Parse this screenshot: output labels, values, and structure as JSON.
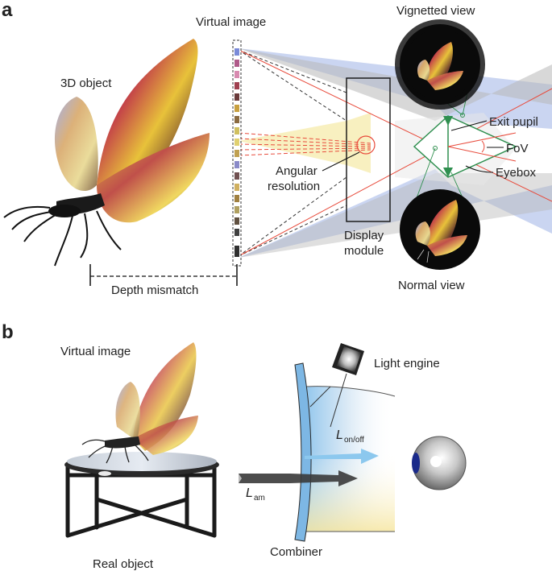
{
  "panels": {
    "a": {
      "letter": "a",
      "labels": {
        "virtual_image": "Virtual image",
        "object_3d": "3D object",
        "vignetted_view": "Vignetted view",
        "exit_pupil": "Exit pupil",
        "fov": "FoV",
        "eyebox": "Eyebox",
        "angular_resolution_line1": "Angular",
        "angular_resolution_line2": "resolution",
        "display_module_line1": "Display",
        "display_module_line2": "module",
        "normal_view": "Normal view",
        "depth_mismatch": "Depth mismatch"
      }
    },
    "b": {
      "letter": "b",
      "labels": {
        "virtual_image": "Virtual image",
        "light_engine": "Light engine",
        "l_on_off_main": "L",
        "l_on_off_sub": "on/off",
        "l_am_main": "L",
        "l_am_sub": "am",
        "combiner": "Combiner",
        "real_object": "Real object"
      }
    }
  },
  "colors": {
    "blue_ray": "#9fb3e6",
    "gray_ray": "#b8b8b8",
    "yellow_ray": "#f6ecb0",
    "red_line": "#e84b3c",
    "green_line": "#2f8f4f",
    "combiner": "#7db7e4",
    "light_arrow": "#8cc8ee"
  },
  "icons": {
    "butterfly_a": "butterfly-icon",
    "butterfly_b": "butterfly-icon",
    "eye": "eyeball-icon",
    "table": "table-icon",
    "light_engine": "cube-icon"
  }
}
